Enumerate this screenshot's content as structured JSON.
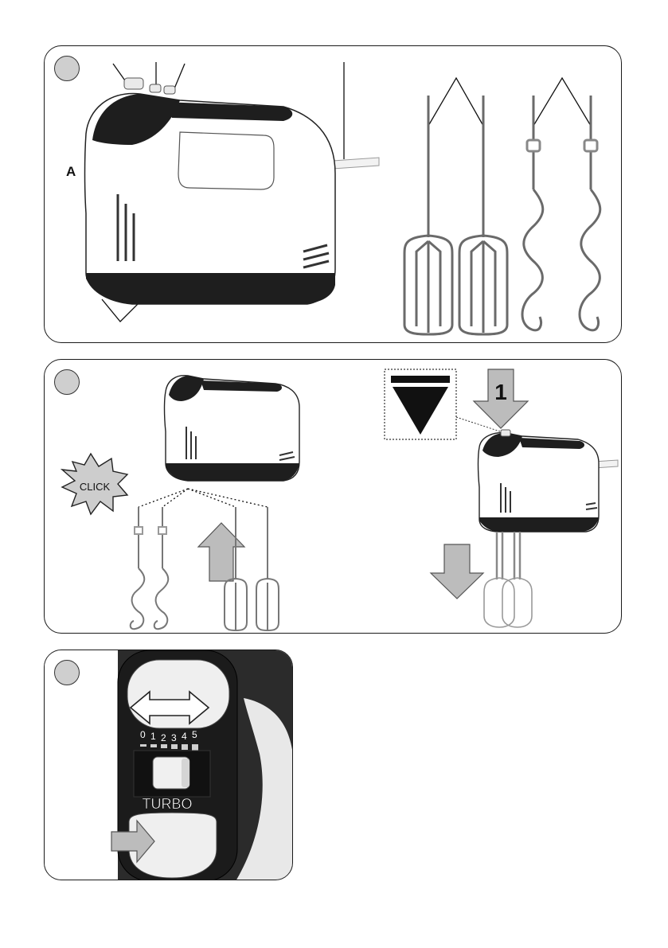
{
  "panel1": {
    "label_a": "A"
  },
  "panel2": {
    "click_text": "CLICK",
    "step_number": "1"
  },
  "panel3": {
    "speed_ticks": [
      "0",
      "1",
      "2",
      "3",
      "4",
      "5"
    ],
    "turbo_label": "TURBO"
  },
  "colors": {
    "body": "#ffffff",
    "dark": "#1e1e1e",
    "arrow_gray": "#bcbcbc",
    "marker": "#cfcfcf"
  }
}
